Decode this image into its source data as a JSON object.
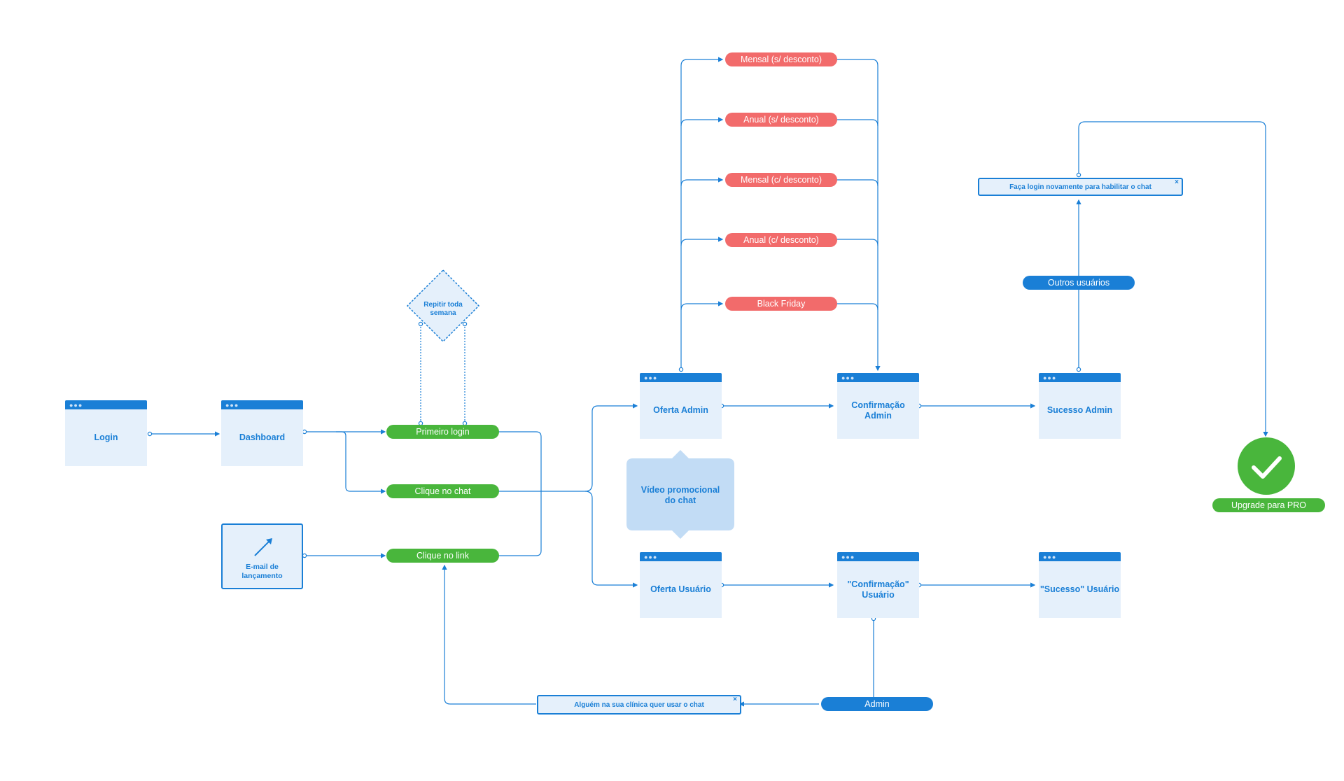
{
  "screens": {
    "login": "Login",
    "dashboard": "Dashboard",
    "oferta_admin": "Oferta Admin",
    "confirmacao_admin": "Confirmação\nAdmin",
    "sucesso_admin": "Sucesso Admin",
    "oferta_usuario": "Oferta Usuário",
    "confirmacao_usuario": "\"Confirmação\"\nUsuário",
    "sucesso_usuario": "\"Sucesso\" Usuário"
  },
  "plans": {
    "mensal_sem": "Mensal (s/ desconto)",
    "anual_sem": "Anual (s/ desconto)",
    "mensal_com": "Mensal (c/ desconto)",
    "anual_com": "Anual (c/ desconto)",
    "black_friday": "Black Friday"
  },
  "triggers": {
    "primeiro_login": "Primeiro login",
    "clique_chat": "Clique no chat",
    "clique_link": "Clique no link"
  },
  "roles": {
    "outros_usuarios": "Outros usuários",
    "admin": "Admin"
  },
  "notices": {
    "relogin": "Faça login novamente para habilitar o chat",
    "alguem": "Alguém na sua clínica quer usar o chat"
  },
  "decision": {
    "repetir": "Repitir toda\nsemana"
  },
  "email": {
    "label": "E-mail de\nlançamento"
  },
  "video": {
    "label": "Vídeo promocional\ndo chat"
  },
  "final": {
    "upgrade": "Upgrade para PRO"
  },
  "colors": {
    "primary": "#1a7fd6",
    "screen_bg": "#e5f0fb",
    "plan": "#f26b6b",
    "trigger": "#49b63c",
    "video_bg": "#c2dcf5"
  },
  "icons": {
    "email": "arrow-up-right-icon",
    "success": "checkmark-icon",
    "close": "close-icon"
  }
}
